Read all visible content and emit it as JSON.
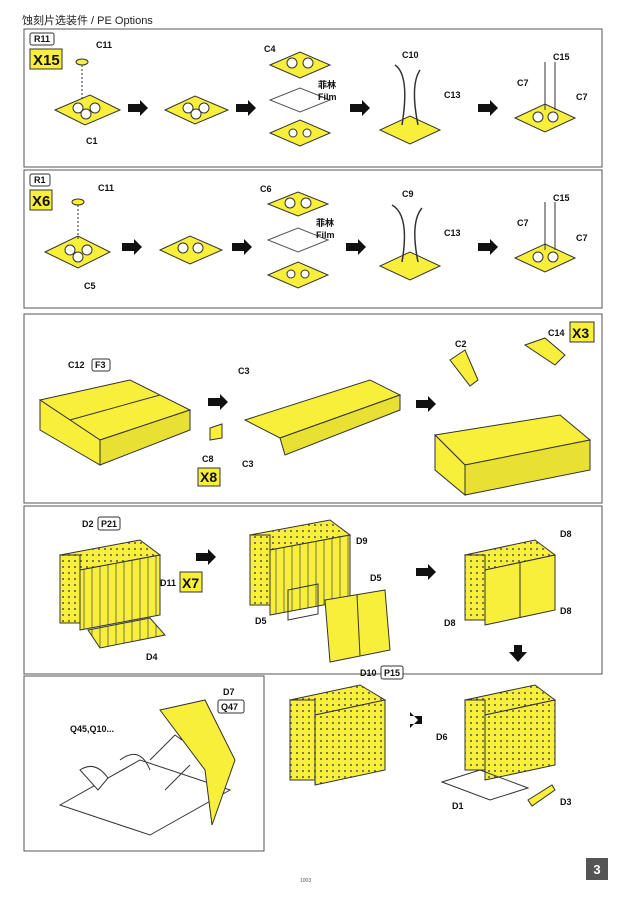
{
  "header": "蚀刻片选装件 / PE Options",
  "page_number": "3",
  "footer_code": "1003",
  "step1": {
    "ref": "R11",
    "qty": "X15",
    "c11": "C11",
    "c1": "C1",
    "c4": "C4",
    "film_cn": "菲林",
    "film_en": "Film",
    "c10": "C10",
    "c13": "C13",
    "c7a": "C7",
    "c15": "C15",
    "c7b": "C7"
  },
  "step2": {
    "ref": "R1",
    "qty": "X6",
    "c11": "C11",
    "c5": "C5",
    "c6": "C6",
    "film_cn": "菲林",
    "film_en": "Film",
    "c9": "C9",
    "c13": "C13",
    "c7a": "C7",
    "c15": "C15",
    "c7b": "C7"
  },
  "step3": {
    "c12": "C12",
    "f3": "F3",
    "c3a": "C3",
    "c8": "C8",
    "c8qty": "X8",
    "c3b": "C3",
    "c2": "C2",
    "c14": "C14",
    "c14qty": "X3"
  },
  "step4": {
    "d2": "D2",
    "p21": "P21",
    "d11": "D11",
    "d11qty": "X7",
    "d4": "D4",
    "d9": "D9",
    "d5a": "D5",
    "d5b": "D5",
    "d10": "D10",
    "p15": "P15",
    "d8a": "D8",
    "d8b": "D8",
    "d8c": "D8"
  },
  "step5": {
    "q": "Q45,Q10...",
    "d7": "D7",
    "q47": "Q47",
    "d6": "D6",
    "d1": "D1",
    "d3": "D3"
  },
  "colors": {
    "part": "#f7ef3a",
    "outline": "#333333"
  }
}
